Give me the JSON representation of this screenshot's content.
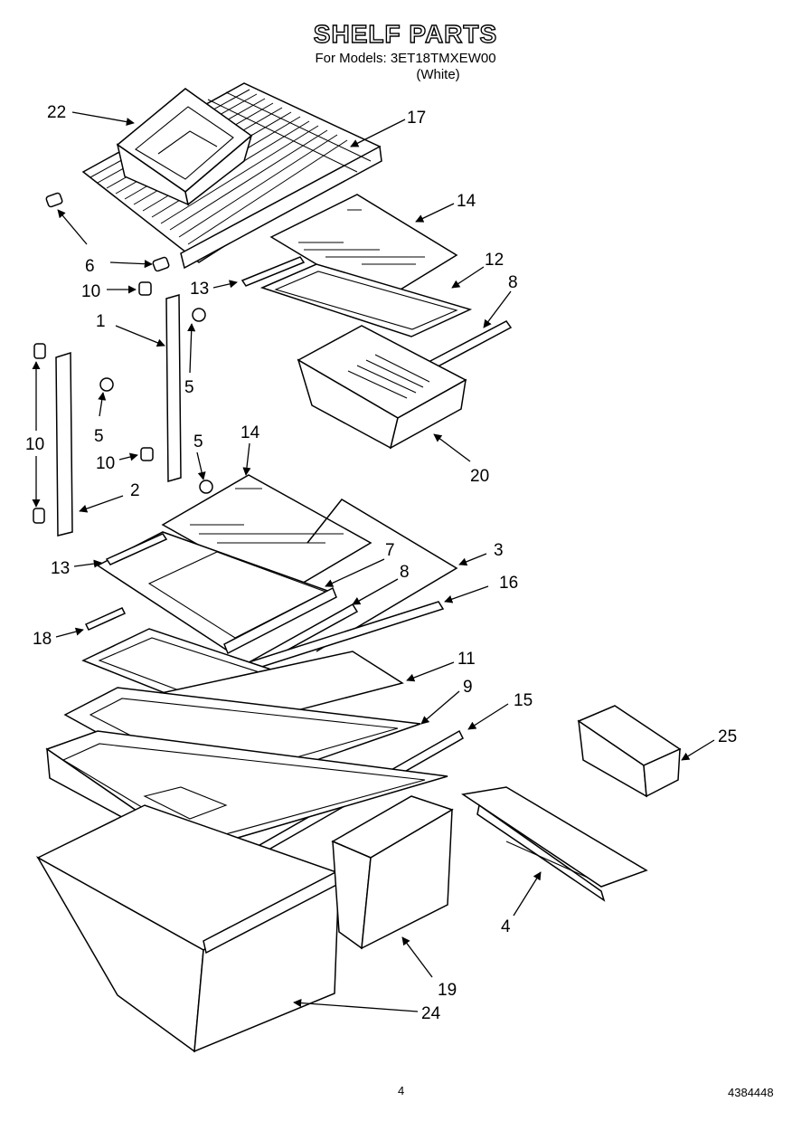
{
  "header": {
    "title": "SHELF PARTS",
    "models": "For Models: 3ET18TMXEW00",
    "variant": "(White)"
  },
  "footer": {
    "page_number": "4",
    "document_number": "4384448"
  },
  "callouts": [
    "22",
    "17",
    "14",
    "6",
    "13",
    "12",
    "8",
    "10",
    "1",
    "5",
    "5",
    "10",
    "10",
    "5",
    "20",
    "14",
    "2",
    "13",
    "7",
    "3",
    "8",
    "16",
    "18",
    "11",
    "9",
    "15",
    "25",
    "4",
    "19",
    "24"
  ]
}
